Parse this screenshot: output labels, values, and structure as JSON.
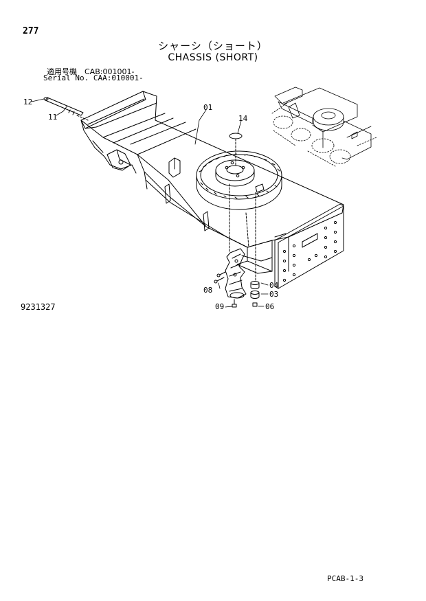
{
  "page": {
    "number": "277",
    "title_jp": "シャーシ（ショート）",
    "title_en": "CHASSIS (SHORT)",
    "serial_line_1": "適用号機　CAB:001001-",
    "serial_line_2": "Serial No. CAA:010001-",
    "figure_number": "9231327",
    "doc_code": "PCAB-1-3"
  },
  "callouts": [
    {
      "id": "c12",
      "label": "12"
    },
    {
      "id": "c11",
      "label": "11"
    },
    {
      "id": "c01",
      "label": "01"
    },
    {
      "id": "c14",
      "label": "14"
    },
    {
      "id": "c08",
      "label": "08"
    },
    {
      "id": "c09",
      "label": "09"
    },
    {
      "id": "c04",
      "label": "04"
    },
    {
      "id": "c03",
      "label": "03"
    },
    {
      "id": "c06",
      "label": "06"
    }
  ]
}
